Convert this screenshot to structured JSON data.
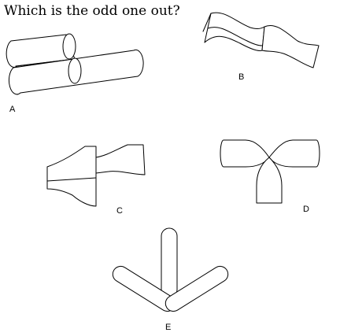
{
  "question": "Which is the odd one out?",
  "options": [
    {
      "label": "A"
    },
    {
      "label": "B"
    },
    {
      "label": "C"
    },
    {
      "label": "D"
    },
    {
      "label": "E"
    }
  ]
}
